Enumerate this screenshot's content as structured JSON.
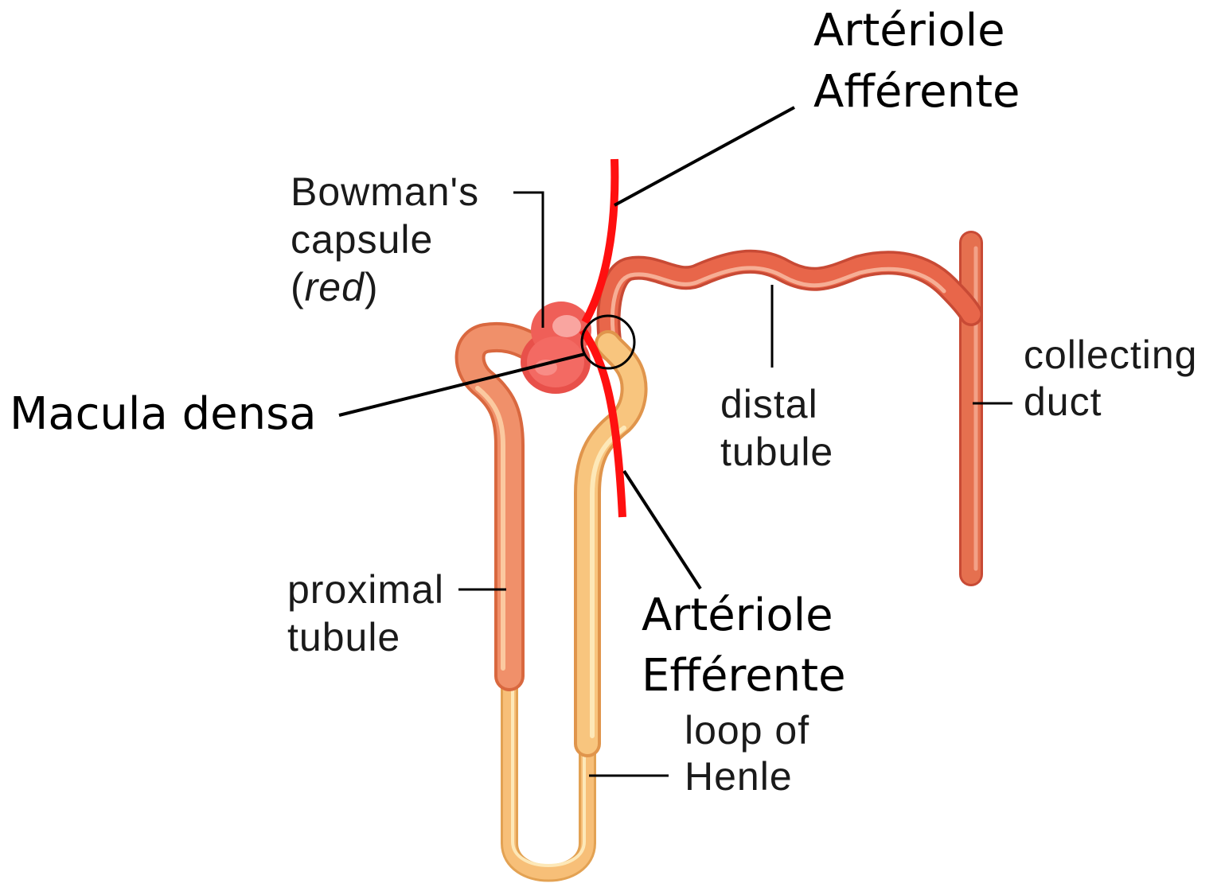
{
  "labels": {
    "arteriole_afferente": [
      "Artériole",
      "Afférente"
    ],
    "arteriole_efferente": [
      "Artériole",
      "Efférente"
    ],
    "macula_densa": "Macula densa",
    "bowmans_capsule": [
      "Bowman's",
      "capsule"
    ],
    "bowmans_capsule_note": {
      "open": "(",
      "word": "red",
      "close": ")"
    },
    "distal_tubule": [
      "distal",
      "tubule"
    ],
    "collecting_duct": [
      "collecting",
      "duct"
    ],
    "proximal_tubule": [
      "proximal",
      "tubule"
    ],
    "loop_of_henle": [
      "loop of",
      "Henle"
    ]
  },
  "colors": {
    "arteriole": "#ff1010",
    "distal_tubule": "#e8664a",
    "proximal_tubule": "#f0906a",
    "loop_lower": "#f7bf78",
    "capsule": "#f05a5a",
    "collecting_duct": "#e5704f",
    "highlight": "#fde8b8"
  }
}
